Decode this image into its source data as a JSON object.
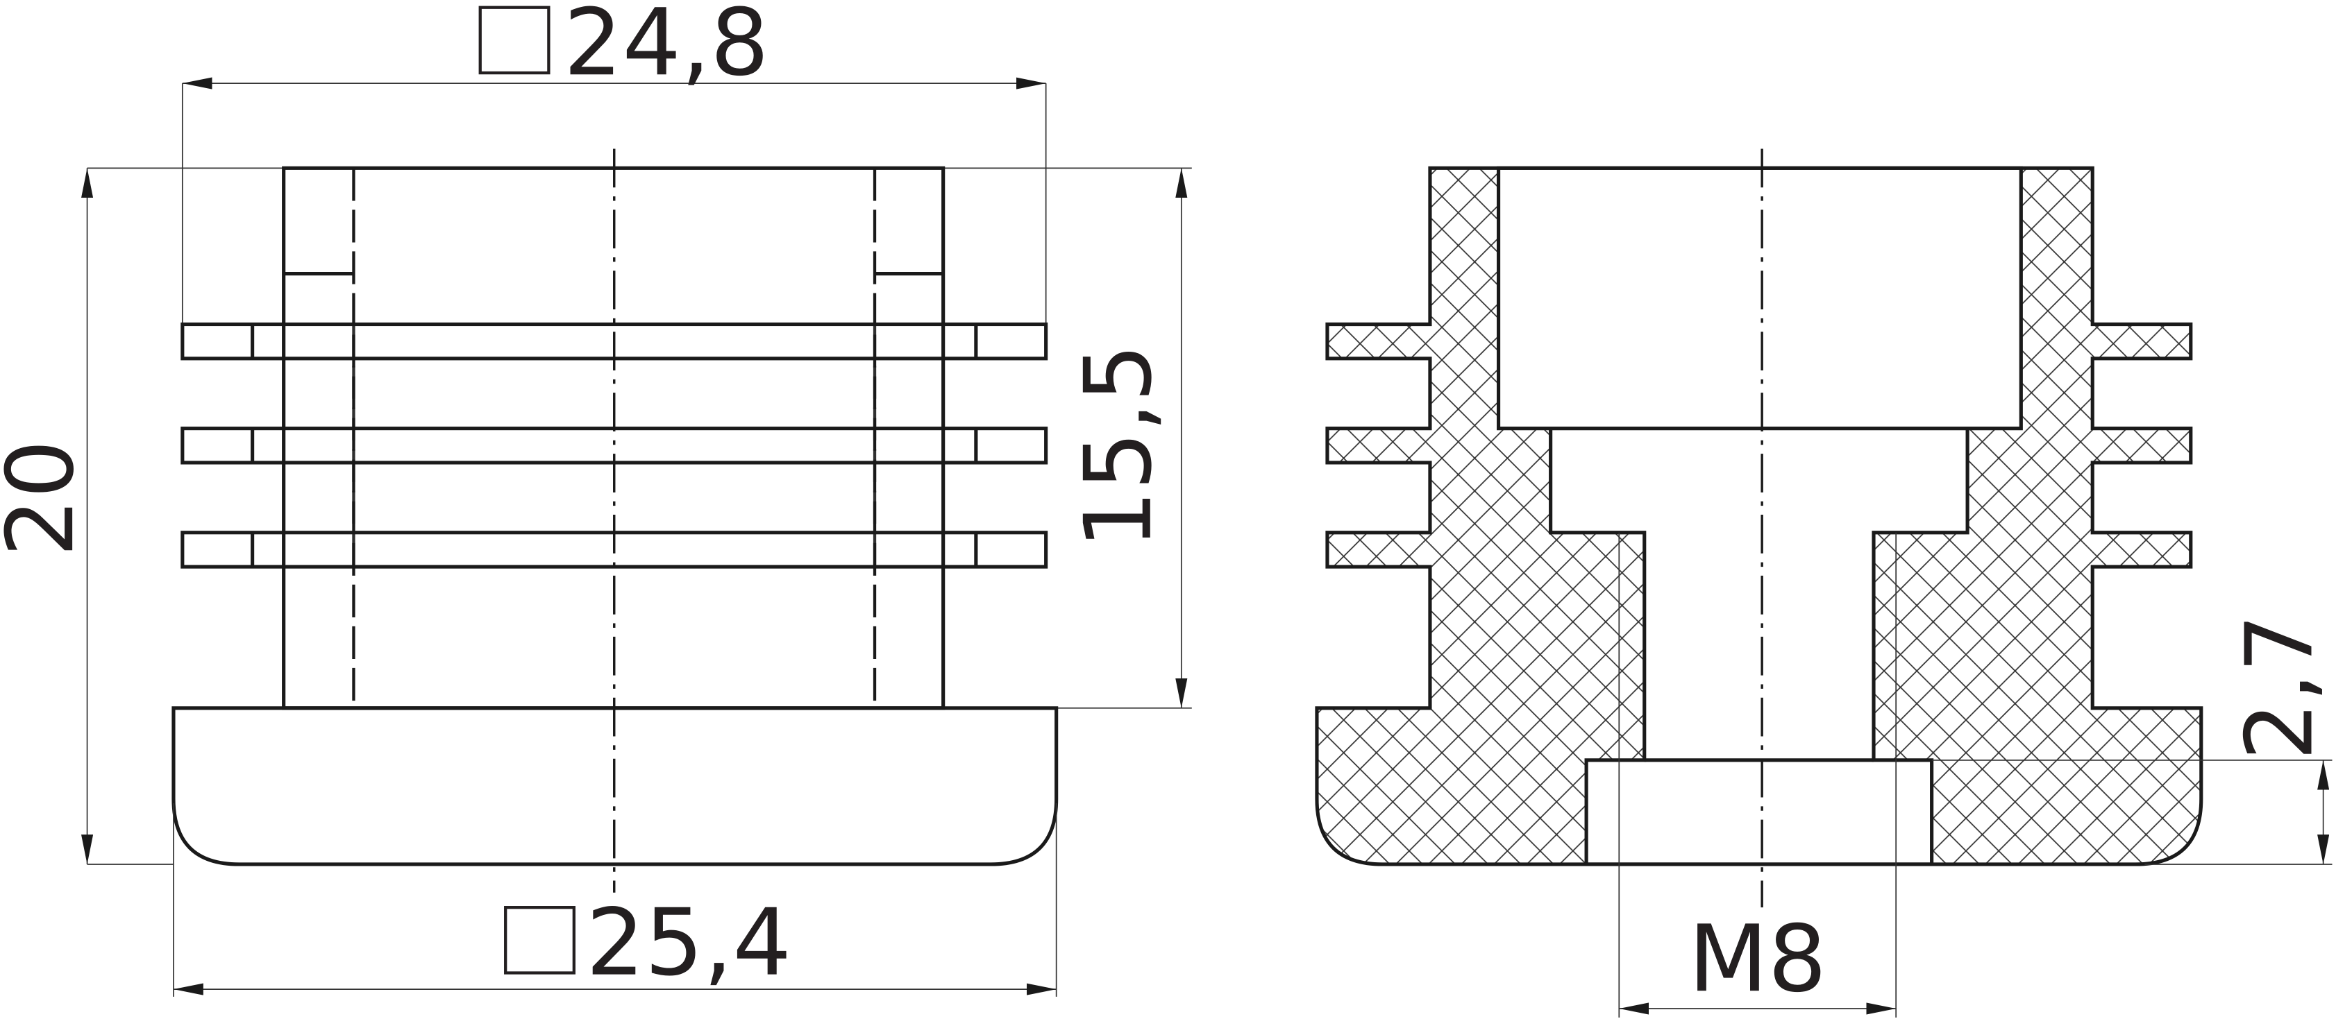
{
  "drawing": {
    "views": [
      "side-view",
      "section-view"
    ],
    "dimensions": {
      "top_width": "24,8",
      "bottom_width": "25,4",
      "total_height": "20",
      "insert_height": "15,5",
      "thread": "M8",
      "base_thickness": "2,7"
    },
    "square_symbol": "□"
  }
}
